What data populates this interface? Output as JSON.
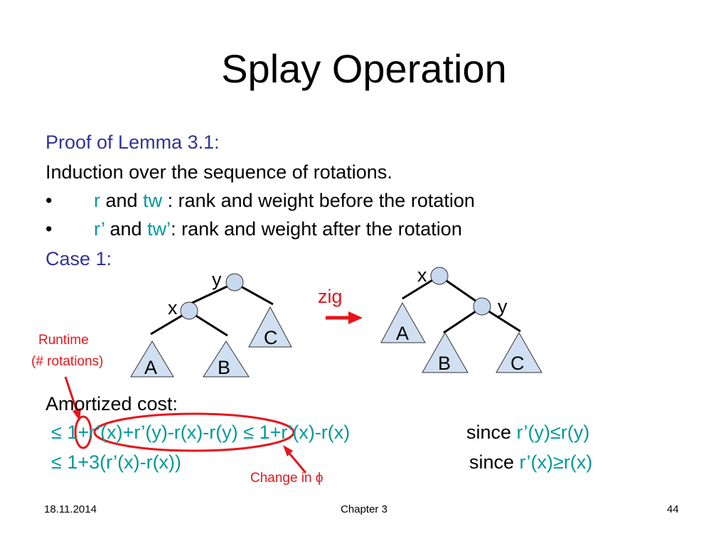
{
  "slide": {
    "title": "Splay Operation",
    "proof_heading": "Proof of Lemma 3.1:",
    "induction": "Induction over the sequence of rotations.",
    "bullets": [
      {
        "marker": "•",
        "sym1": "r",
        "mid": "and",
        "sym2": "tw",
        "rest": ": rank and weight before the rotation"
      },
      {
        "marker": "•",
        "sym1": "r’",
        "mid": "and",
        "sym2": "tw’",
        "rest": ": rank and weight after the rotation"
      }
    ],
    "case_heading": "Case 1:"
  },
  "diagram": {
    "before": {
      "root": "y",
      "child": "x",
      "subtrees": [
        "A",
        "B",
        "C"
      ]
    },
    "after": {
      "root": "x",
      "child": "y",
      "subtrees": [
        "A",
        "B",
        "C"
      ]
    },
    "operation": "zig",
    "runtime_note_line1": "Runtime",
    "runtime_note_line2": "(# rotations)"
  },
  "cost": {
    "heading": "Amortized cost:",
    "line1_expr": "≤ 1+r’(x)+r’(y)-r(x)-r(y) ≤ 1+r’(x)-r(x)",
    "line1_since": "since",
    "line1_cond": "r’(y)≤r(y)",
    "line2_expr": "≤ 1+3(r’(x)-r(x))",
    "line2_since": "since",
    "line2_cond": "r’(x)≥r(x)",
    "change_note": "Change in ϕ"
  },
  "footer": {
    "date": "18.11.2014",
    "chapter": "Chapter 3",
    "page": "44"
  },
  "colors": {
    "heading": "#333399",
    "math": "#009999",
    "annotation": "#e8141b",
    "node_fill": "#c8d8ee",
    "triangle_fill": "#d0e0f2"
  }
}
